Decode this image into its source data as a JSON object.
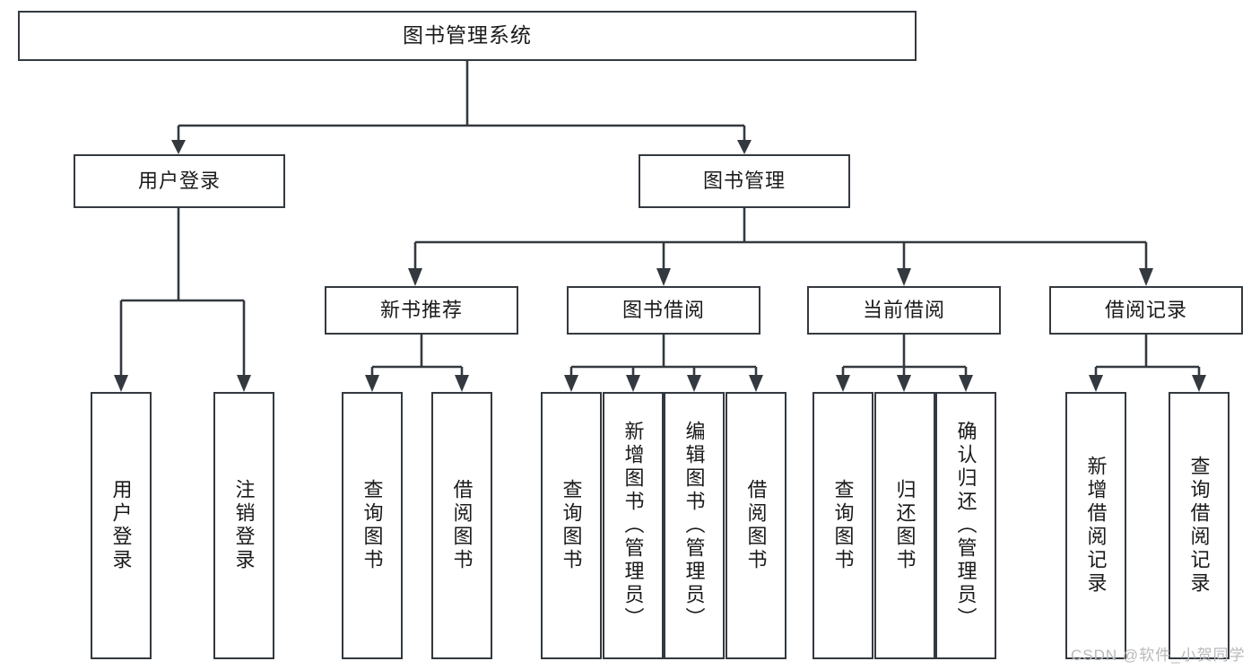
{
  "diagram": {
    "title": "图书管理系统",
    "type": "tree",
    "watermark": "CSDN @软件_小贺同学",
    "colors": {
      "box_border": "#33393f",
      "box_fill": "#ffffff",
      "connector": "#33393f",
      "text": "#1a1a1a",
      "watermark": "#b9b9b9",
      "background": "#ffffff"
    },
    "root": {
      "label": "图书管理系统"
    },
    "level2": [
      {
        "label": "用户登录"
      },
      {
        "label": "图书管理"
      }
    ],
    "level3": [
      {
        "label": "新书推荐"
      },
      {
        "label": "图书借阅"
      },
      {
        "label": "当前借阅"
      },
      {
        "label": "借阅记录"
      }
    ],
    "leaves": {
      "user_login": [
        {
          "label": "用户登录"
        },
        {
          "label": "注销登录"
        }
      ],
      "new_book_recommend": [
        {
          "label": "查询图书"
        },
        {
          "label": "借阅图书"
        }
      ],
      "book_borrow": [
        {
          "label": "查询图书"
        },
        {
          "label": "新增图书（管理员）"
        },
        {
          "label": "编辑图书（管理员）"
        },
        {
          "label": "借阅图书"
        }
      ],
      "current_borrow": [
        {
          "label": "查询图书"
        },
        {
          "label": "归还图书"
        },
        {
          "label": "确认归还（管理员）"
        }
      ],
      "borrow_records": [
        {
          "label": "新增借阅记录"
        },
        {
          "label": "查询借阅记录"
        }
      ]
    }
  }
}
